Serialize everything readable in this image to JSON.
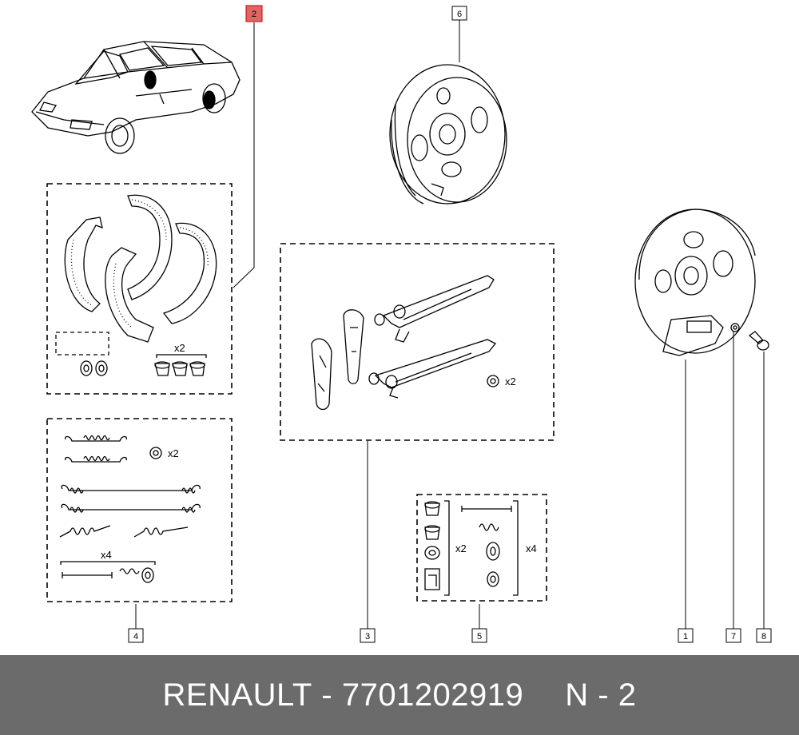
{
  "callouts": {
    "c1": "1",
    "c2": "2",
    "c3": "3",
    "c4": "4",
    "c5": "5",
    "c6": "6",
    "c7": "7",
    "c8": "8"
  },
  "multipliers": {
    "shoe_kit_caps": "x2",
    "adjuster_washer": "x2",
    "spring_kit_washer": "x2",
    "spring_kit_pins": "x4",
    "kit5_left": "x2",
    "kit5_right": "x4"
  },
  "footer": {
    "brand": "RENAULT",
    "separator": "-",
    "part_number": "7701202919",
    "page": "N - 2"
  },
  "colors": {
    "highlight_callout": "#e06666",
    "footer_bg": "#6b6b6b",
    "footer_text": "#ffffff"
  }
}
